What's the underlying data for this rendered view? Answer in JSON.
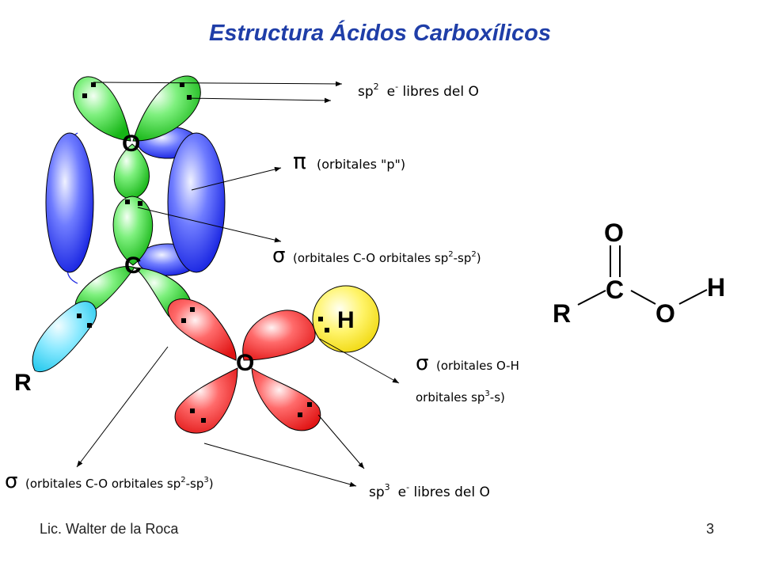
{
  "title": "Estructura Ácidos Carboxílicos",
  "footer": {
    "author": "Lic. Walter de la Roca",
    "page": "3"
  },
  "atoms": {
    "o_top": "O",
    "c": "C",
    "o_bottom": "O",
    "h": "H",
    "r": "R"
  },
  "labels": {
    "sp2_lone": {
      "pre": "sp",
      "sup1": "2",
      "mid": "e",
      "sup2": "-",
      "post": " libres del O"
    },
    "pi": {
      "symbol": "π",
      "text": "(orbitales \"p\")"
    },
    "sigma_co": {
      "symbol": "σ",
      "pre": "(orbitales C-O orbitales sp",
      "sup1": "2",
      "mid": "-sp",
      "sup2": "2",
      "post": ")"
    },
    "sigma_oh_line1": {
      "symbol": "σ",
      "text": "(orbitales O-H"
    },
    "sigma_oh_line2": {
      "pre": "orbitales sp",
      "sup": "3",
      "post": "-s)"
    },
    "sigma_co2": {
      "symbol": "σ",
      "pre": "(orbitales C-O orbitales sp",
      "sup1": "2",
      "mid": "-sp",
      "sup2": "3",
      "post": ")"
    },
    "sp3_lone": {
      "pre": "sp",
      "sup1": "3",
      "mid": "e",
      "sup2": "-",
      "post": " libres del O"
    }
  },
  "structure": {
    "o_top": "O",
    "c": "C",
    "r": "R",
    "o": "O",
    "h": "H"
  },
  "colors": {
    "title": "#1f3ea8",
    "green": "#2fd02f",
    "blue": "#1f2ff0",
    "red": "#ee1c1c",
    "cyan": "#3ad8f2",
    "yellow": "#f3e81d"
  }
}
